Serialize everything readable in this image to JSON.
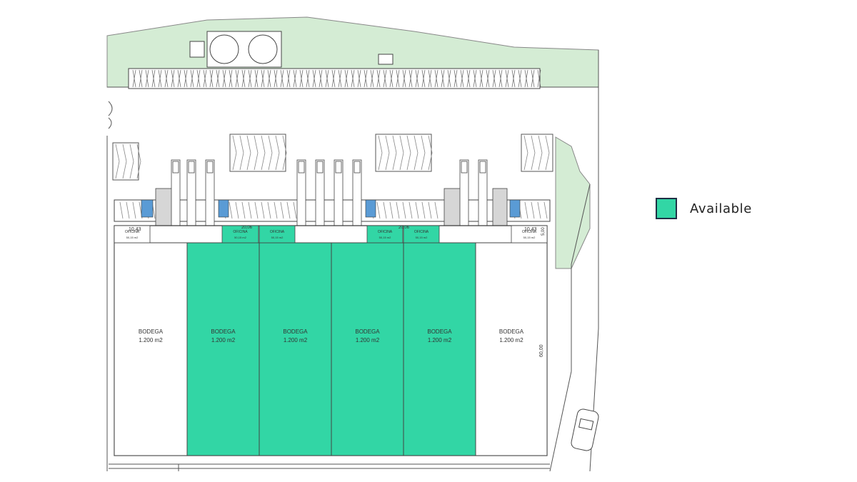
{
  "colors": {
    "available": "#32d6a5",
    "green_area": "#d4ecd4",
    "line": "#4a4a4a",
    "legend_border": "#1f2f45"
  },
  "legend": {
    "label": "Available",
    "swatch_color": "#32d6a5"
  },
  "warehouses": [
    {
      "label": "BODEGA",
      "area": "1.200 m2",
      "available": false
    },
    {
      "label": "BODEGA",
      "area": "1.200 m2",
      "available": true
    },
    {
      "label": "BODEGA",
      "area": "1.200 m2",
      "available": true
    },
    {
      "label": "BODEGA",
      "area": "1.200 m2",
      "available": true
    },
    {
      "label": "BODEGA",
      "area": "1.200 m2",
      "available": true
    },
    {
      "label": "BODEGA",
      "area": "1.200 m2",
      "available": false
    }
  ],
  "offices": [
    {
      "label": "OFICINA",
      "area": "50,15 m2"
    },
    {
      "label": "OFICINA",
      "area": "50,15 m2"
    },
    {
      "label": "OFICINA",
      "area": "50,15 m2"
    },
    {
      "label": "OFICINA",
      "area": "50,15 m2"
    },
    {
      "label": "OFICINA",
      "area": "50,15 m2"
    },
    {
      "label": "OFICINA",
      "area": "50,15 m2"
    }
  ],
  "dimensions": {
    "left_width": "10,43",
    "right_width": "10,43",
    "span_a": "20,06",
    "span_b": "20,06",
    "depth": "60,00",
    "right_small": "5,00"
  }
}
